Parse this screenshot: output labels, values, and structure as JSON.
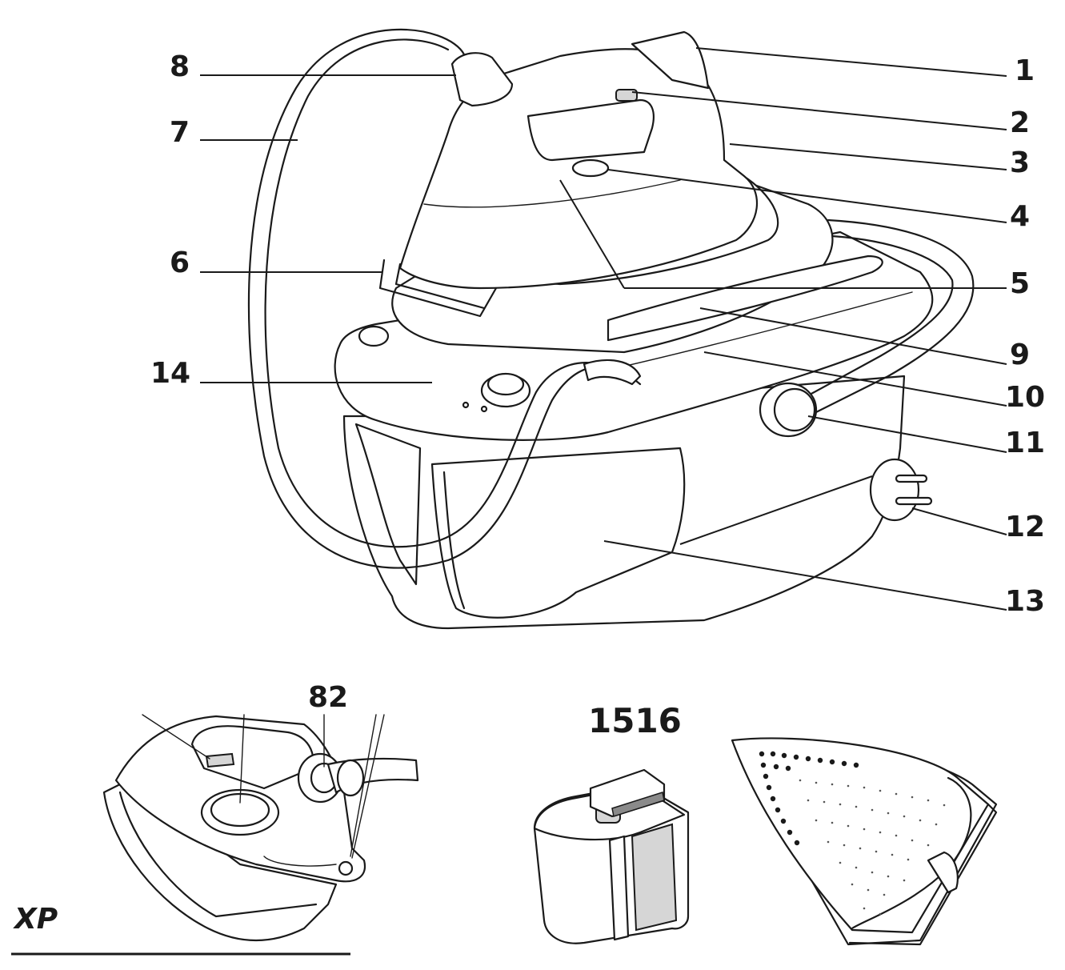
{
  "callouts": [
    "1",
    "2",
    "3",
    "4",
    "5",
    "6",
    "7",
    "8",
    "9",
    "10",
    "11",
    "12",
    "13",
    "14"
  ],
  "bottom_labels": {
    "iron_number": "82",
    "tank_number": "1516",
    "model_code": "XP"
  }
}
